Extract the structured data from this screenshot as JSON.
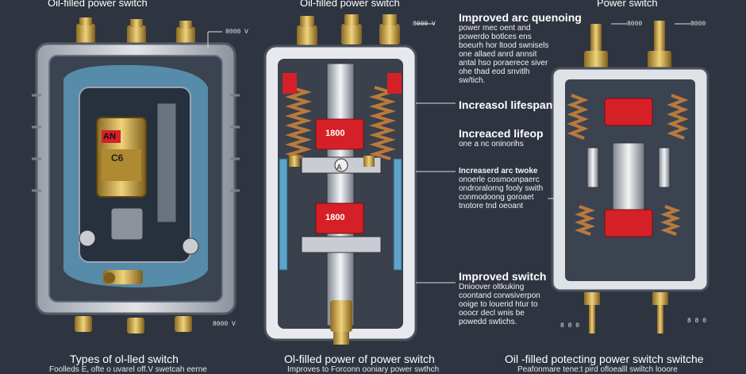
{
  "titles": {
    "left": "Oil-filled power switch",
    "middle": "Oil-filled power switch",
    "right": "Power switch"
  },
  "labels": {
    "left_top": "8000 V",
    "left_bottom": "8000 V",
    "middle_top": "8000 V",
    "middle_box_top": "1800",
    "middle_box_bottom": "1800",
    "middle_box_face": "A",
    "right_top": "8000",
    "right_top2": "8000",
    "right_bottom_left": "8 8 0",
    "right_bottom_right": "8 8 0",
    "left_chip": "AN",
    "left_chip_num": "C6"
  },
  "annotations": [
    {
      "heading": "Improved arc quenoing",
      "lines": [
        "power mec oent and",
        "powerdo botlces ens",
        "boeurh hor ltood swnisels",
        "one allaed anrd annsit",
        "antal hso poraerece siver",
        "ohe thad eod snvitlh",
        "sw/tich."
      ]
    },
    {
      "heading": "Increasol lifespan",
      "lines": []
    },
    {
      "heading": "Increaced lifeop",
      "lines": [
        "one a nc oninorihs"
      ]
    },
    {
      "heading": "Increaserd arc twoke",
      "lines": [
        "onoerle cosmoonpaerc",
        "ondroralorng fooly swith",
        "conmodoong goroaet",
        "tnotore tnd oeoant"
      ]
    },
    {
      "heading": "Improved switch",
      "lines": [
        "Dnioover oltkuking",
        "coontand corwsiverpon",
        "ooige to louerid htur to",
        "ooocr decl wnis be",
        "powedd swtichs."
      ]
    }
  ],
  "bottom": {
    "left_title": "Types of ol-lled switch",
    "left_sub": "Foolleds E, ofte o uvarel off.V swetcah eerne",
    "middle_title": "Ol-filled power of power switch",
    "middle_sub": "Improves to Forconn ooniary power swthch",
    "right_title": "Oil -filled potecting power switch switche",
    "right_sub": "Peafonmare tene:t pird ofloealll swiltch looore"
  },
  "colors": {
    "background": "#2f3441",
    "housing": "#c9ccd3",
    "brass": "#c8a24a",
    "red_block": "#d62027",
    "blue_oil": "#5fa3c8",
    "spring": "#b87a3c"
  }
}
